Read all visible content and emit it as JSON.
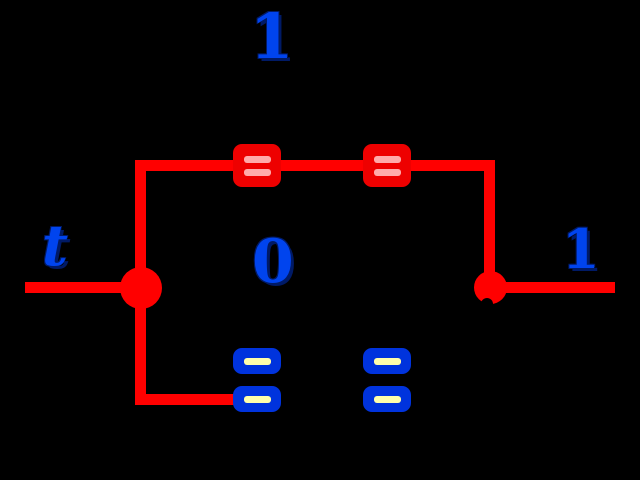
{
  "diagram_type": "toggle-switch-circuit-state-diagram",
  "labels": {
    "top_state": "1",
    "input": "t",
    "center_state": "0",
    "output": "1"
  },
  "colors": {
    "background": "#000000",
    "wire": "#ff0000",
    "contact-closed": "#ee0000",
    "contact-closed-dash": "#ffaaaa",
    "contact-open": "#0033dd",
    "contact-open-dash": "#ffffaa",
    "label": "#0044ee",
    "label-shadow": "#001a66"
  }
}
